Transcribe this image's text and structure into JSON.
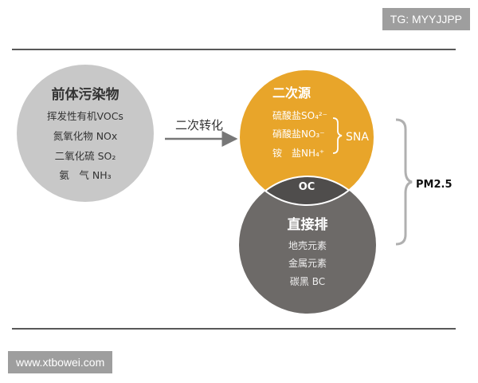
{
  "watermark_top": "TG: MYYJJPP",
  "watermark_bottom": "www.xtbowei.com",
  "colors": {
    "precursor": "#c8c8c8",
    "secondary": "#e8a52a",
    "primary": "#6d6a68",
    "overlap": "#4f4d4c",
    "brace": "#b0b0b0"
  },
  "precursor": {
    "title": "前体污染物",
    "items": [
      "挥发性有机VOCs",
      "氮氧化物 NOx",
      "二氧化硫 SO₂",
      "氨　气 NH₃"
    ]
  },
  "arrow_label": "二次转化",
  "secondary": {
    "title": "二次源",
    "items": [
      "硫酸盐SO₄²⁻",
      "硝酸盐NO₃⁻",
      "铵　盐NH₄⁺"
    ],
    "group_label": "SNA"
  },
  "overlap_label": "OC",
  "primary": {
    "title": "直接排",
    "items": [
      "地壳元素",
      "金属元素",
      "碳黑 BC"
    ]
  },
  "total_label": "PM2.5"
}
